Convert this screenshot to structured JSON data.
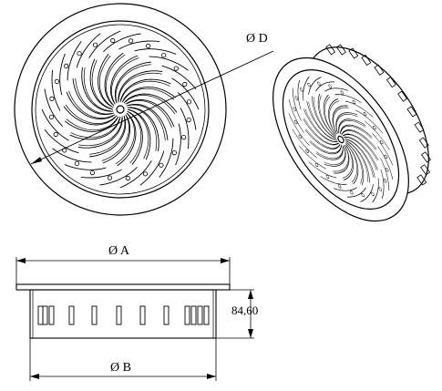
{
  "drawing": {
    "label_diameter_d": "Ø D",
    "label_diameter_a": "Ø A",
    "label_diameter_b": "Ø B",
    "label_height": "84,60"
  },
  "colors": {
    "line": "#000000",
    "background": "#ffffff"
  }
}
